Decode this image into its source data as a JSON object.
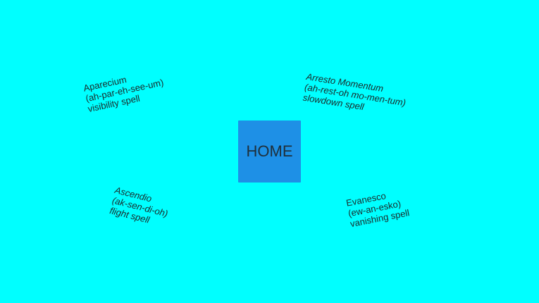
{
  "colors": {
    "background": "#00ffff",
    "home_button": "#1e90e6",
    "text": "#1a2b2b"
  },
  "home": {
    "label": "HOME"
  },
  "spells": [
    {
      "name": "Aparecium",
      "pronunciation": "(ah-par-eh-see-um)",
      "description": "visibility spell"
    },
    {
      "name": "Arresto Momentum",
      "pronunciation": "(ah-rest-oh mo-men-tum)",
      "description": "slowdown spell"
    },
    {
      "name": "Ascendio",
      "pronunciation": "(ak-sen-di-oh)",
      "description": "flight spell"
    },
    {
      "name": "Evanesco",
      "pronunciation": "(ew-an-esko)",
      "description": "vanishing spell"
    }
  ]
}
